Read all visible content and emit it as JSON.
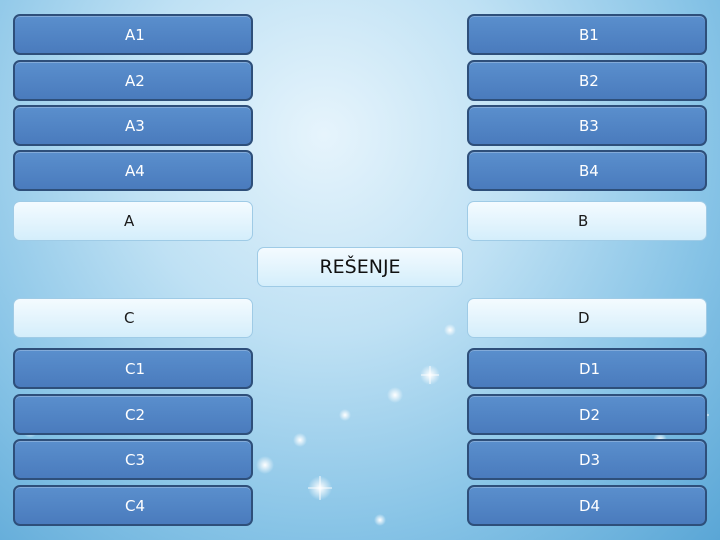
{
  "columns": {
    "a": {
      "items": [
        "A1",
        "A2",
        "A3",
        "A4"
      ],
      "answer": "A"
    },
    "b": {
      "items": [
        "B1",
        "B2",
        "B3",
        "B4"
      ],
      "answer": "B"
    },
    "c": {
      "answer": "C",
      "items": [
        "C1",
        "C2",
        "C3",
        "C4"
      ]
    },
    "d": {
      "answer": "D",
      "items": [
        "D1",
        "D2",
        "D3",
        "D4"
      ]
    }
  },
  "solution": "REŠENJE",
  "colors": {
    "tile_fill": "#4f83c4",
    "tile_border": "#2e4f7a",
    "answer_fill": "#e4f4fd",
    "background": "#9fd0ec"
  }
}
